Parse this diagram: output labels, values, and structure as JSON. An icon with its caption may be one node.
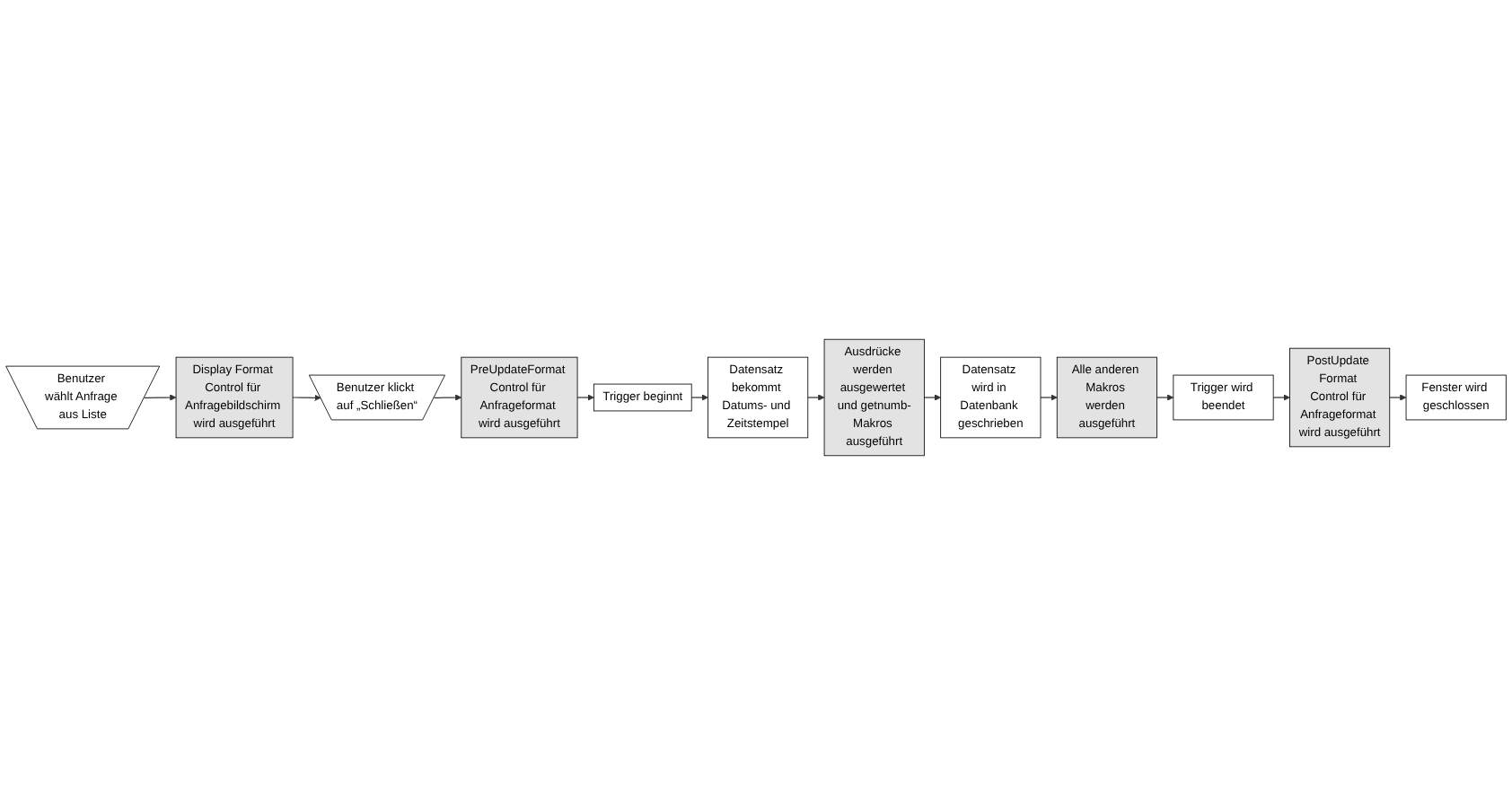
{
  "diagram": {
    "nodes": [
      {
        "text": [
          "Benutzer wählt Anfrage aus Liste"
        ]
      },
      {
        "text": [
          "Display Format Control für Anfragebildschirm wird ausgeführt"
        ]
      },
      {
        "text": [
          "Benutzer klickt auf „Schließen“"
        ]
      },
      {
        "text": [
          "PreUpdateFormat Control für Anfrageformat wird ausgeführt"
        ]
      },
      {
        "text": [
          "Trigger beginnt"
        ]
      },
      {
        "text": [
          "Datensatz bekommt Datums- und Zeitstempel"
        ]
      },
      {
        "text": [
          "Ausdrücke werden ausgewertet und getnumb-Makros ausgeführt"
        ]
      },
      {
        "text": [
          "Datensatz wird in Datenbank geschrieben"
        ]
      },
      {
        "text": [
          "Alle anderen Makros werden ausgeführt"
        ]
      },
      {
        "text": [
          "Trigger wird beendet"
        ]
      },
      {
        "text": [
          "PostUpdate Format Control für Anfrageformat wird ausgeführt"
        ]
      },
      {
        "text": [
          "Fenster wird geschlossen"
        ]
      }
    ],
    "edges": [
      {
        "from": 0,
        "to": 1,
        "arrow": "to"
      },
      {
        "from": 1,
        "to": 2,
        "arrow": "to"
      },
      {
        "from": 2,
        "to": 3,
        "arrow": "to"
      },
      {
        "from": 3,
        "to": 4,
        "arrow": "to"
      },
      {
        "from": 4,
        "to": 5,
        "arrow": "to"
      },
      {
        "from": 5,
        "to": 6,
        "arrow": "to"
      },
      {
        "from": 6,
        "to": 7,
        "arrow": "to"
      },
      {
        "from": 7,
        "to": 8,
        "arrow": "to"
      },
      {
        "from": 8,
        "to": 9,
        "arrow": "to"
      },
      {
        "from": 9,
        "to": 10,
        "arrow": "to"
      },
      {
        "from": 10,
        "to": 11,
        "arrow": "to"
      }
    ]
  }
}
